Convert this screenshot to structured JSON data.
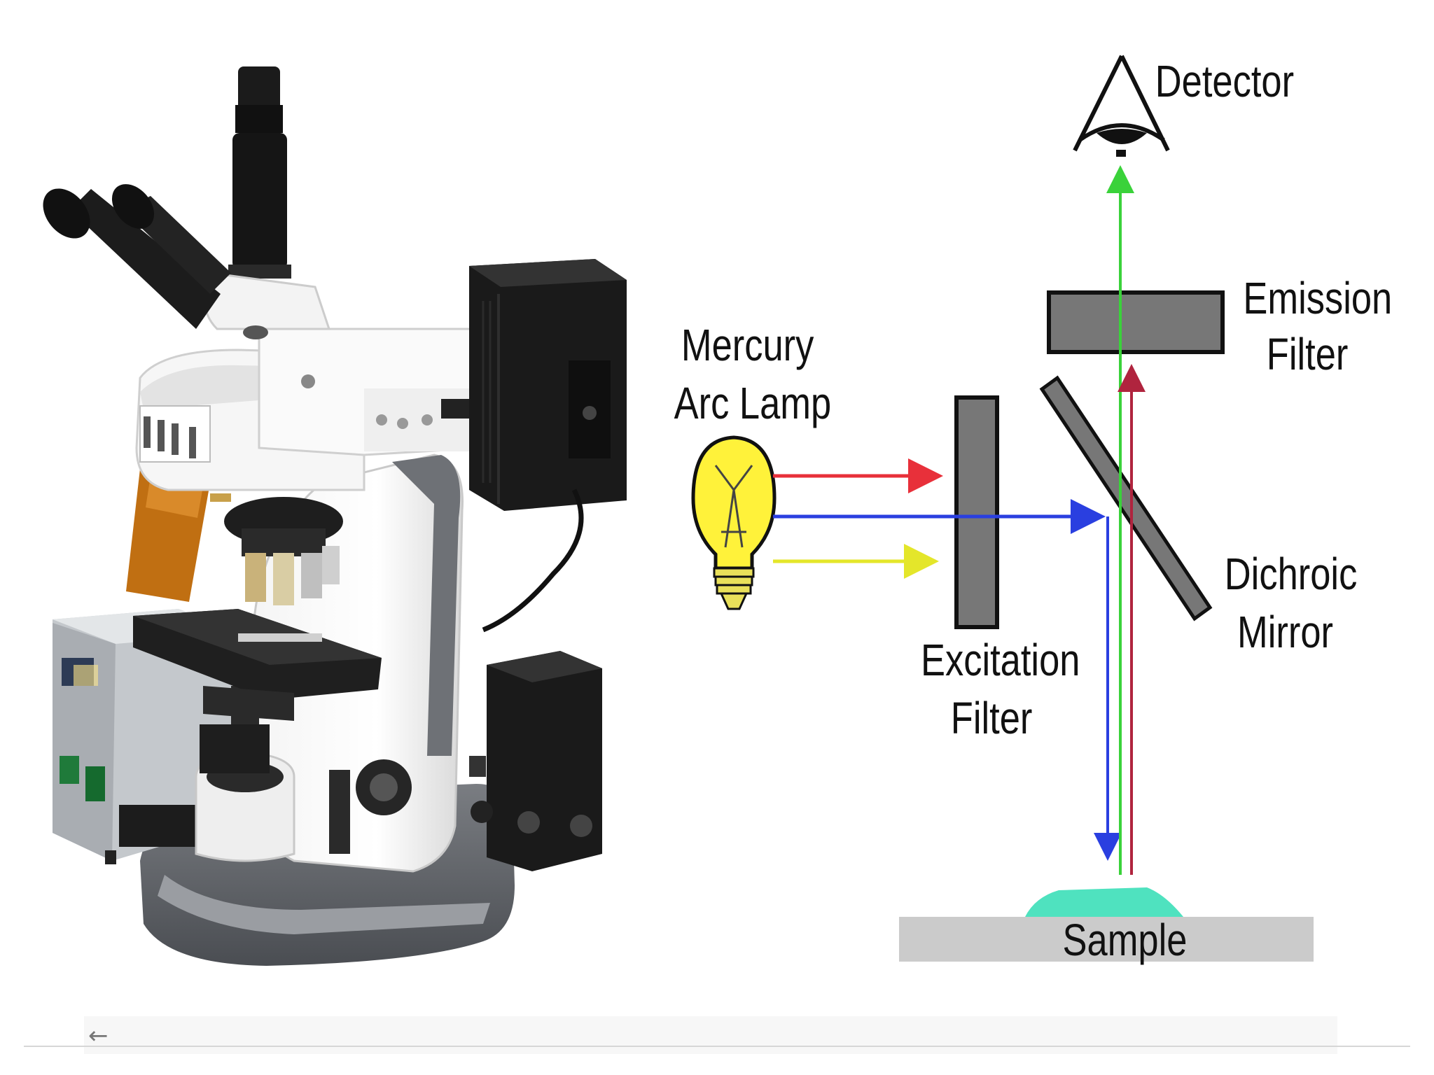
{
  "diagram": {
    "labels": {
      "detector": "Detector",
      "emission_filter": [
        "Emission",
        "Filter"
      ],
      "mercury_lamp": [
        "Mercury",
        "Arc Lamp"
      ],
      "excitation_filter": [
        "Excitation",
        "Filter"
      ],
      "dichroic_mirror": [
        "Dichroic",
        "Mirror"
      ],
      "sample": "Sample"
    },
    "colors": {
      "beam_red": "#e8303a",
      "beam_blue": "#2a3fe0",
      "beam_yellow": "#e4e62a",
      "beam_green": "#3ad23a",
      "beam_emission_red": "#b0243e",
      "sample_specimen": "#4fe2bf",
      "sample_slide": "#cbcbcb",
      "filter_fill": "#777777",
      "bulb_glass": "#fff23a"
    }
  },
  "microscope_photo": {
    "icon": "fluorescence-microscope-icon"
  },
  "footer": {
    "back_icon": "back-arrow-icon",
    "back_glyph": "←"
  }
}
